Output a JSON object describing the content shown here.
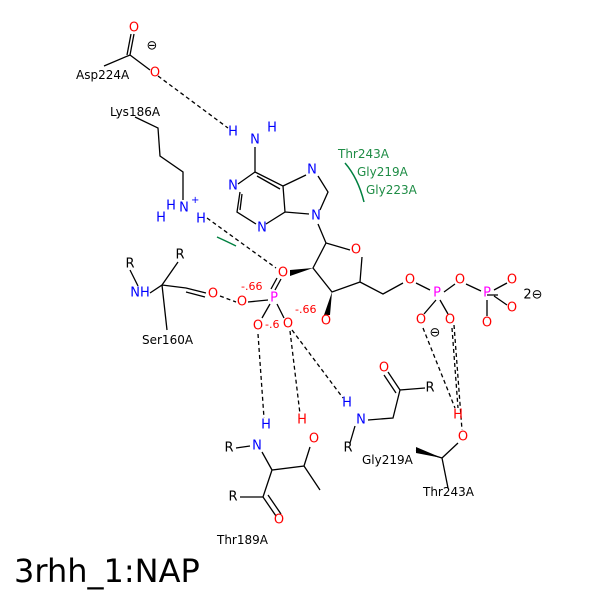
{
  "title": "3rhh_1:NAP",
  "residues": {
    "asp224": "Asp224A",
    "lys186": "Lys186A",
    "thr243_hydrophobic": "Thr243A",
    "gly219_hydrophobic": "Gly219A",
    "gly223_hydrophobic": "Gly223A",
    "ser160": "Ser160A",
    "thr189": "Thr189A",
    "gly219": "Gly219A",
    "thr243": "Thr243A"
  },
  "atoms": {
    "O": "O",
    "N": "N",
    "H": "H",
    "P": "P",
    "R": "R",
    "NH": "NH",
    "plus": "+",
    "minus": "⊖",
    "dianion": "2⊖",
    "charge": "-.66",
    "charge_short": "-.6"
  },
  "colors": {
    "oxygen": "#ff0000",
    "nitrogen": "#0000ff",
    "phosphorus": "#ff00ff",
    "hydrophobic": "#1e8c45"
  }
}
